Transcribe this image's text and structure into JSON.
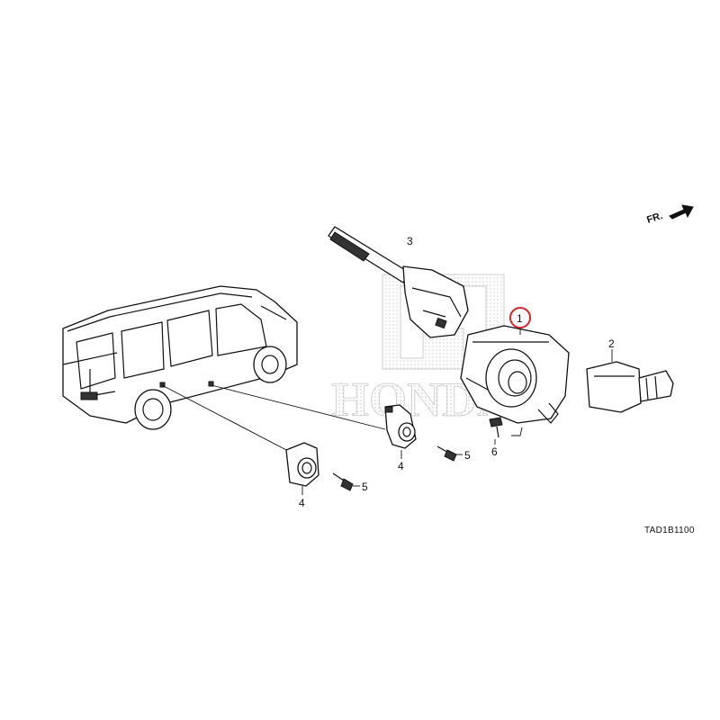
{
  "diagram": {
    "callouts": {
      "p1": "1",
      "p2": "2",
      "p3": "3",
      "p4a": "4",
      "p4b": "4",
      "p5a": "5",
      "p5b": "5",
      "p6": "6"
    },
    "direction_label": "FR.",
    "diagram_code": "TAD1B1100",
    "highlight_color": "#d9232a",
    "watermark": {
      "text": "HONDA",
      "color": "#c9c9c9"
    }
  }
}
